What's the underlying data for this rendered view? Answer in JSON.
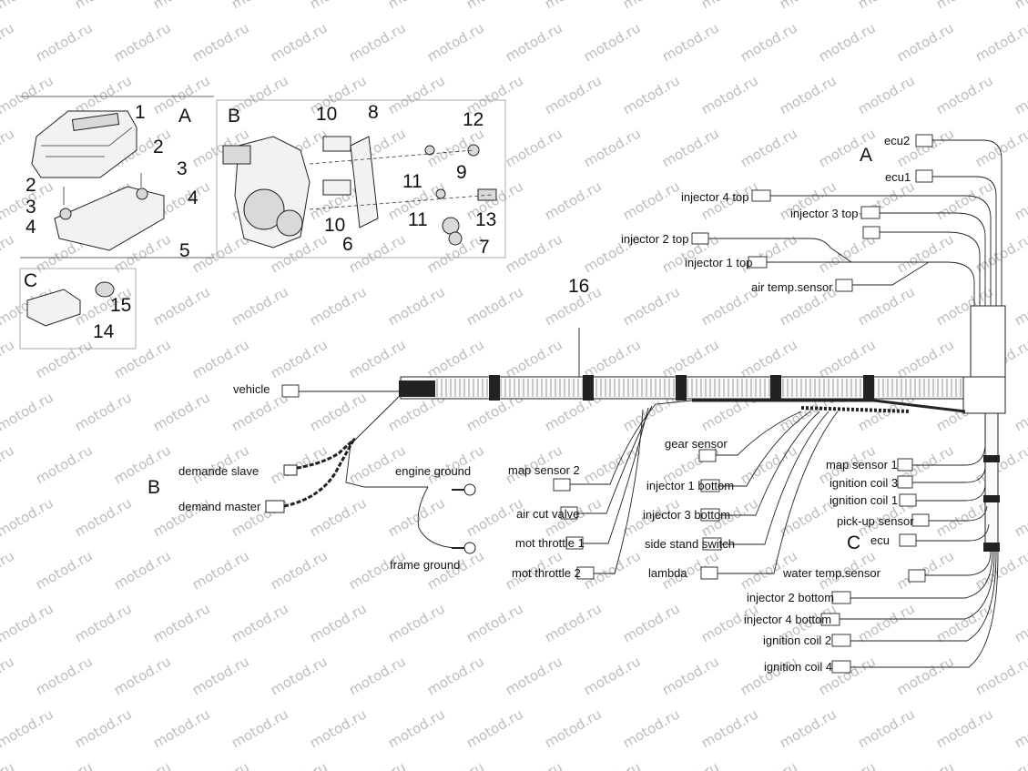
{
  "watermark": "motod.ru",
  "sections": {
    "A": "A",
    "B": "B",
    "C": "C",
    "A_harness": "A",
    "B_harness": "B",
    "C_harness": "C"
  },
  "part_numbers": {
    "n1": "1",
    "n2a": "2",
    "n2b": "2",
    "n3a": "3",
    "n3b": "3",
    "n4a": "4",
    "n4b": "4",
    "n5": "5",
    "n6": "6",
    "n7": "7",
    "n8": "8",
    "n9": "9",
    "n10a": "10",
    "n10b": "10",
    "n11a": "11",
    "n11b": "11",
    "n12": "12",
    "n13": "13",
    "n14": "14",
    "n15": "15",
    "n16": "16"
  },
  "connectors": {
    "ecu2": "ecu2",
    "ecu1": "ecu1",
    "injector_4_top": "injector 4 top",
    "injector_3_top": "injector 3 top",
    "injector_2_top": "injector 2 top",
    "injector_1_top": "injector 1 top",
    "air_temp_sensor": "air temp.sensor",
    "vehicle": "vehicle",
    "demande_slave": "demande slave",
    "demand_master": "demand master",
    "engine_ground": "engine ground",
    "frame_ground": "frame ground",
    "map_sensor_2": "map sensor 2",
    "air_cut_valve": "air cut valve",
    "mot_throttle_1": "mot throttle 1",
    "mot_throttle_2": "mot throttle 2",
    "gear_sensor": "gear sensor",
    "injector_1_bottom": "injector 1 bottom",
    "injector_3_bottom": "injector 3 bottom",
    "side_stand_switch": "side stand switch",
    "lambda": "lambda",
    "map_sensor_1": "map sensor 1",
    "ignition_coil_3": "ignition coil 3",
    "ignition_coil_1": "ignition coil 1",
    "pick_up_sensor": "pick-up sensor",
    "ecu": "ecu",
    "water_temp_sensor": "water temp.sensor",
    "injector_2_bottom": "injector 2 bottom",
    "injector_4_bottom": "injector 4 bottom",
    "ignition_coil_2": "ignition coil 2",
    "ignition_coil_4": "ignition coil 4"
  }
}
